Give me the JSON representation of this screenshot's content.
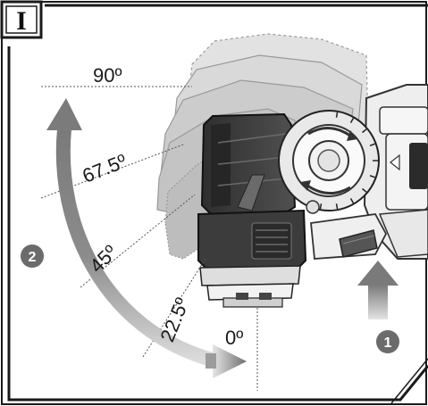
{
  "step": {
    "label": "I"
  },
  "angles": [
    {
      "label": "90º"
    },
    {
      "label": "67.5º"
    },
    {
      "label": "45º"
    },
    {
      "label": "22.5º"
    },
    {
      "label": "0º"
    }
  ],
  "callouts": [
    {
      "number": "1"
    },
    {
      "number": "2"
    }
  ],
  "colors": {
    "frame": "#1a1a1a",
    "arrow_dark": "#6f6f6f",
    "arrow_light": "#d6d6d6",
    "badge": "#6b6b6b",
    "flash_body": "#3a3a3a",
    "ghost": "#cfcfcf"
  }
}
